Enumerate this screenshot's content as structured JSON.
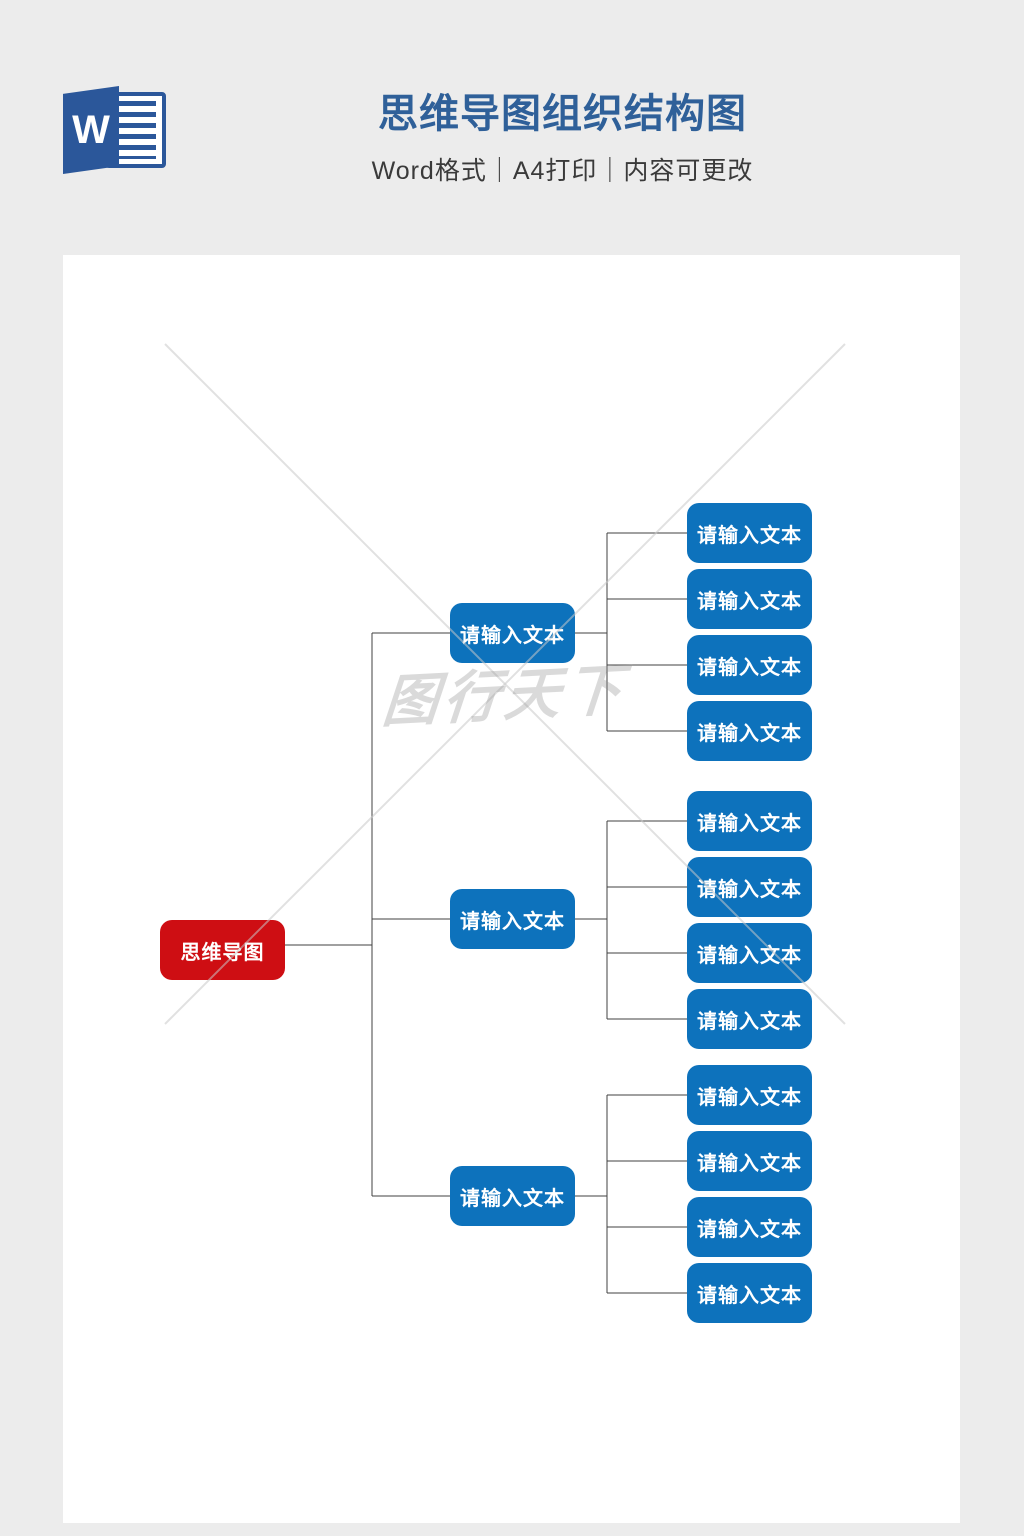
{
  "header": {
    "title": "思维导图组织结构图",
    "subtitle": "Word格式｜A4打印｜内容可更改",
    "icon_letter": "W"
  },
  "colors": {
    "background_gray": "#ececec",
    "title_blue": "#2f6099",
    "word_icon_blue": "#2b579a",
    "node_blue": "#0d72bc",
    "node_red": "#ce0e13",
    "connector_line": "#404040",
    "watermark_gray": "#8f8f8f"
  },
  "diagram": {
    "root": {
      "label": "思维导图"
    },
    "branches": [
      {
        "label": "请输入文本",
        "children": [
          "请输入文本",
          "请输入文本",
          "请输入文本",
          "请输入文本"
        ]
      },
      {
        "label": "请输入文本",
        "children": [
          "请输入文本",
          "请输入文本",
          "请输入文本",
          "请输入文本"
        ]
      },
      {
        "label": "请输入文本",
        "children": [
          "请输入文本",
          "请输入文本",
          "请输入文本",
          "请输入文本"
        ]
      }
    ],
    "watermark_text": "图行天下"
  }
}
